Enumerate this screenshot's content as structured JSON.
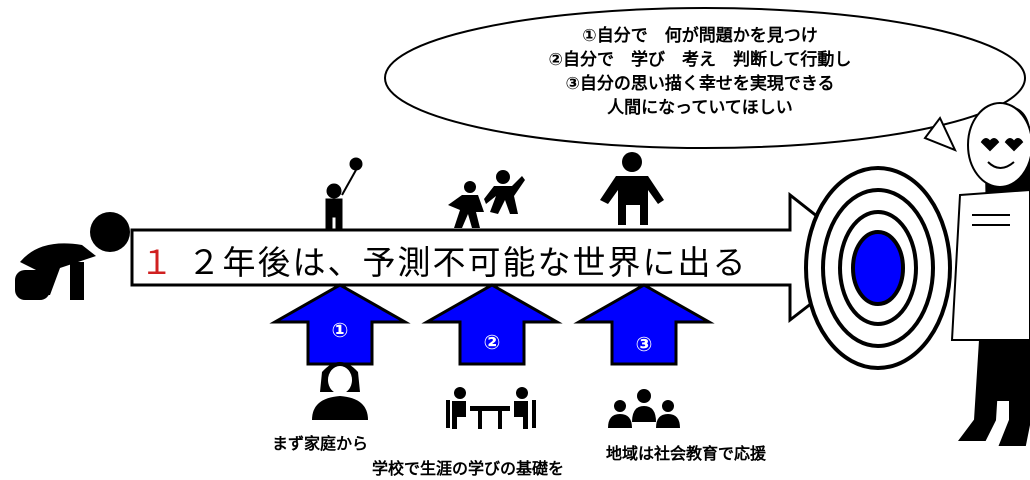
{
  "speech_bubble": {
    "lines": [
      "①自分で　何が問題かを見つけ",
      "②自分で　学び　考え　判断して行動し",
      "③自分の思い描く幸せを実現できる",
      "人間になっていてほしい"
    ]
  },
  "main_arrow": {
    "highlight": "１",
    "rest": " ２年後は、予測不可能な世界に出る"
  },
  "supports": [
    {
      "number": "①",
      "caption": "まず家庭から"
    },
    {
      "number": "②",
      "caption": "学校で生涯の学びの基礎を"
    },
    {
      "number": "③",
      "caption": "地域は社会教育で応援"
    }
  ],
  "colors": {
    "arrow_blue": "#0000ff",
    "target_blue": "#0000ff",
    "accent_red": "#d02020"
  }
}
